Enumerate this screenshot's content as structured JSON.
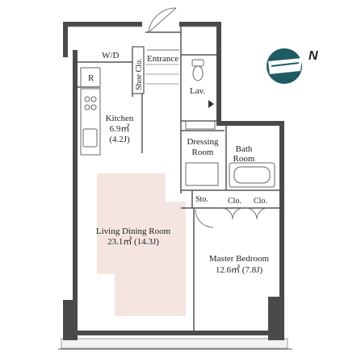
{
  "compass": {
    "label": "N",
    "disc_color": "#1f5b63",
    "label_color": "#1f5b63"
  },
  "rooms": {
    "wd": "W/D",
    "r": "R",
    "shoe_clo": "Shoe Clo.",
    "entrance": "Entrance",
    "lav": "Lav.",
    "kitchen": {
      "name": "Kitchen",
      "area": "6.9㎡",
      "jo": "(4.2J)"
    },
    "dressing": {
      "line1": "Dressing",
      "line2": "Room"
    },
    "bath": {
      "line1": "Bath",
      "line2": "Room"
    },
    "sto": "Sto.",
    "clo1": "Clo.",
    "clo2": "Clo.",
    "living": {
      "name": "Living Dining Room",
      "area": "23.1㎡ (14.3J)"
    },
    "master": {
      "name": "Master Bedroom",
      "area": "12.6㎡ (7.8J)"
    }
  },
  "colors": {
    "wall": "#4a4a4a",
    "line": "#555555",
    "floor_tint": "#f4e5e1",
    "balcony": "#f2f2f2"
  }
}
